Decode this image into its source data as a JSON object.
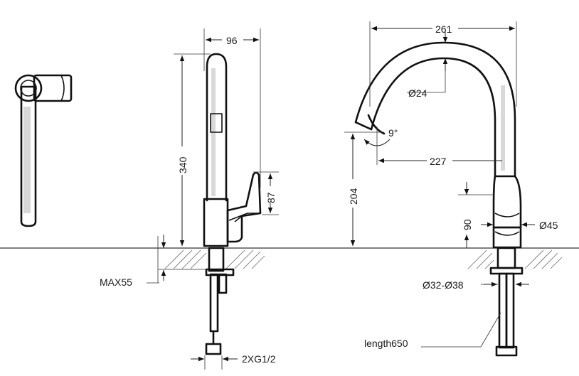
{
  "dimensions": {
    "width_side": "96",
    "height_total": "340",
    "handle_height": "87",
    "max_mount": "MAX55",
    "hoses": "2XG1/2",
    "reach_total": "261",
    "spout_diameter": "Ø24",
    "angle": "9°",
    "reach_to_outlet": "227",
    "outlet_height": "204",
    "base_height": "90",
    "base_diameter": "Ø45",
    "hole_diameter": "Ø32-Ø38",
    "hose_length": "length650"
  }
}
